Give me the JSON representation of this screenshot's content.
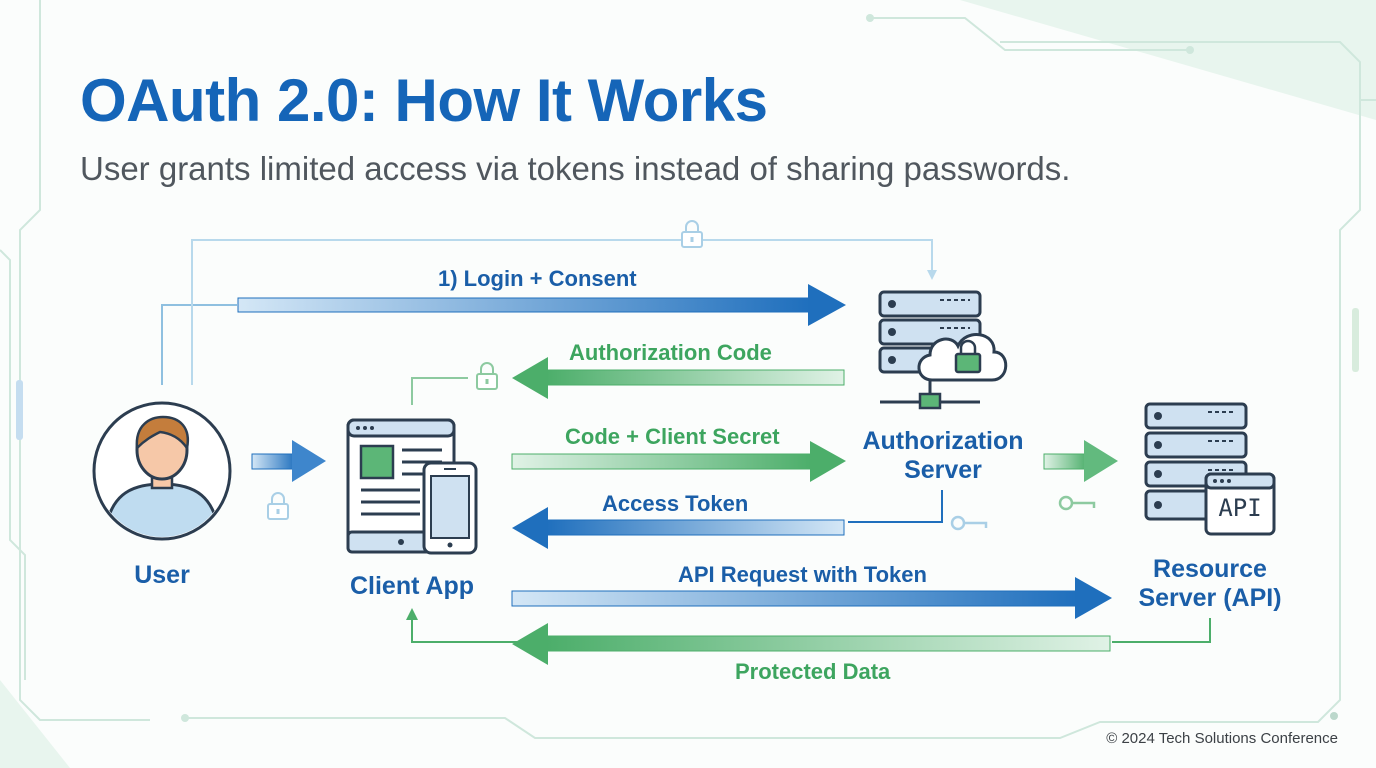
{
  "header": {
    "title": "OAuth 2.0: How It Works",
    "subtitle": "User grants limited access via tokens instead of sharing passwords."
  },
  "nodes": {
    "user": "User",
    "client_app": "Client App",
    "auth_server_line1": "Authorization",
    "auth_server_line2": "Server",
    "resource_line1": "Resource",
    "resource_line2": "Server (API)",
    "api_badge": "API"
  },
  "flows": {
    "login_consent": "1) Login + Consent",
    "authorization_code": "Authorization Code",
    "code_client_secret": "Code + Client Secret",
    "access_token": "Access Token",
    "api_request": "API Request with Token",
    "protected_data": "Protected Data"
  },
  "footer": "© 2024 Tech Solutions Conference",
  "colors": {
    "blue": "#1f6fbd",
    "green": "#4cae6a",
    "title_blue": "#1565b8",
    "circuit": "#cfe7dc"
  },
  "icons": [
    "padlock-icon",
    "key-icon",
    "server-rack-icon",
    "cloud-lock-icon"
  ]
}
